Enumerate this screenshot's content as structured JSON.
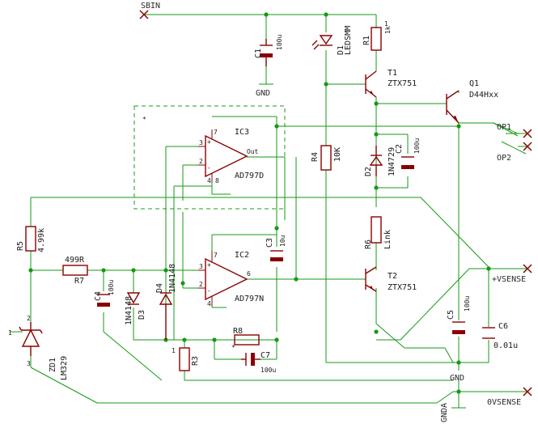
{
  "nets": {
    "sbin": "SBIN",
    "op1": "OP1",
    "op2": "OP2",
    "vsense_pos": "+VSENSE",
    "vsense_0": "0VSENSE",
    "gnd_top": "GND",
    "gnd_mid": "GND",
    "gnda": "GNDA"
  },
  "components": {
    "c1": {
      "ref": "C1",
      "value": "100u"
    },
    "d1": {
      "ref": "D1",
      "value": "LEDSMM"
    },
    "r1": {
      "ref": "R1",
      "value": "1k"
    },
    "t1": {
      "ref": "T1",
      "value": "ZTX751"
    },
    "q1": {
      "ref": "Q1",
      "value": "D44Hxx"
    },
    "ic3": {
      "ref": "IC3",
      "value": "AD797D"
    },
    "r4": {
      "ref": "R4",
      "value": "10K"
    },
    "d2": {
      "ref": "D2",
      "value": "1N4729"
    },
    "c2": {
      "ref": "C2",
      "value": "100u"
    },
    "r5": {
      "ref": "R5",
      "value": "4.99k"
    },
    "r7": {
      "ref": "R7",
      "value": "499R"
    },
    "ic2": {
      "ref": "IC2",
      "value": "AD797N"
    },
    "c3": {
      "ref": "C3",
      "value": "10u"
    },
    "r6": {
      "ref": "R6",
      "value": "Link"
    },
    "t2": {
      "ref": "T2",
      "value": "ZTX751"
    },
    "c4": {
      "ref": "C4",
      "value": "100u"
    },
    "d4": {
      "ref": "D4",
      "value": "1N4148"
    },
    "d3": {
      "ref": "D3",
      "value": "1N4148"
    },
    "zd1": {
      "ref": "ZD1",
      "value": "LM329"
    },
    "r8": {
      "ref": "R8",
      "value": ""
    },
    "c7": {
      "ref": "C7",
      "value": "100u"
    },
    "r3": {
      "ref": "R3",
      "value": ""
    },
    "c5": {
      "ref": "C5",
      "value": "100u"
    },
    "c6": {
      "ref": "C6",
      "value": "0.01u"
    }
  },
  "pins": {
    "op_plus": "+",
    "op_minus": "-",
    "p2": "2",
    "p3": "3",
    "p4": "4",
    "p6": "6",
    "p7": "7",
    "p8": "8",
    "one": "1",
    "two": "2",
    "three": "3",
    "out": "Out",
    "star": "*"
  }
}
